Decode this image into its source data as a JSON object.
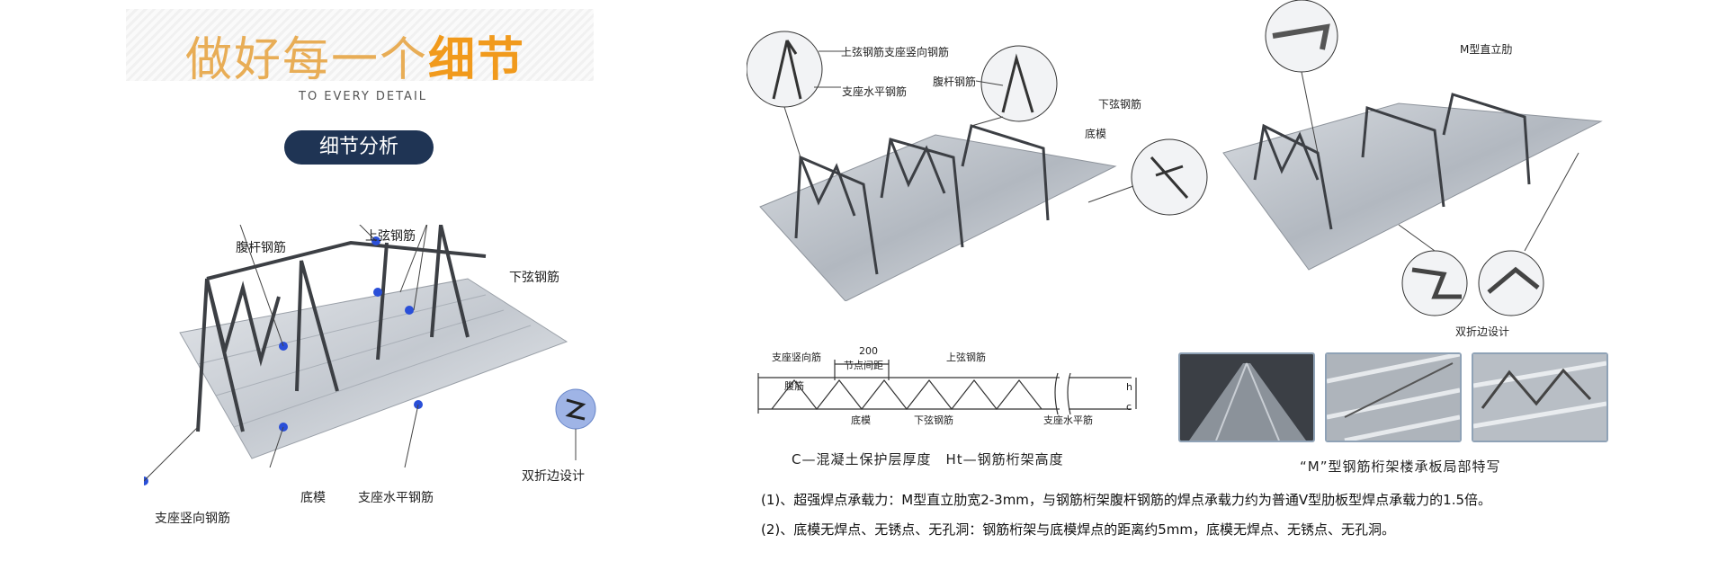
{
  "header": {
    "title_light": "做好每一个",
    "title_bold": "细节",
    "subtitle": "TO EVERY DETAIL",
    "badge": "细节分析"
  },
  "left_diagram": {
    "labels": {
      "web_rebar": "腹杆钢筋",
      "upper_chord": "上弦钢筋",
      "lower_chord": "下弦钢筋",
      "double_fold": "双折边设计",
      "support_vertical": "支座竖向钢筋",
      "bottom_form": "底模",
      "support_horizontal": "支座水平钢筋"
    }
  },
  "middle_diagram": {
    "labels": {
      "upper_support_vertical": "上弦钢筋支座竖向钢筋",
      "support_horizontal": "支座水平钢筋",
      "web_rebar": "腹杆钢筋",
      "lower_chord": "下弦钢筋",
      "bottom_form": "底模"
    }
  },
  "right_diagram": {
    "labels": {
      "m_rib": "M型直立肋",
      "double_fold": "双折边设计"
    }
  },
  "section_drawing": {
    "labels": {
      "support_vertical": "支座竖向筋",
      "spacing_value": "200",
      "node_spacing": "节点间距",
      "upper_chord": "上弦钢筋",
      "web": "腹筋",
      "bottom_form": "底模",
      "lower_chord": "下弦钢筋",
      "support_horizontal": "支座水平筋",
      "h": "h",
      "c": "c"
    },
    "caption": "C—混凝土保护层厚度　Ht—钢筋桁架高度"
  },
  "photos_caption": "“M”型钢筋桁架楼承板局部特写",
  "notes": [
    "(1)、超强焊点承载力：M型直立肋宽2-3mm，与钢筋桁架腹杆钢筋的焊点承载力约为普通V型肋板型焊点承载力的1.5倍。",
    "(2)、底模无焊点、无锈点、无孔洞：钢筋桁架与底模焊点的距离约5mm，底模无焊点、无锈点、无孔洞。"
  ],
  "colors": {
    "title_light": "#e8ad56",
    "title_bold": "#f19a1c",
    "badge_bg": "#1f3454",
    "marker_blue": "#2a4fd8",
    "steel": "#b9bec6"
  }
}
